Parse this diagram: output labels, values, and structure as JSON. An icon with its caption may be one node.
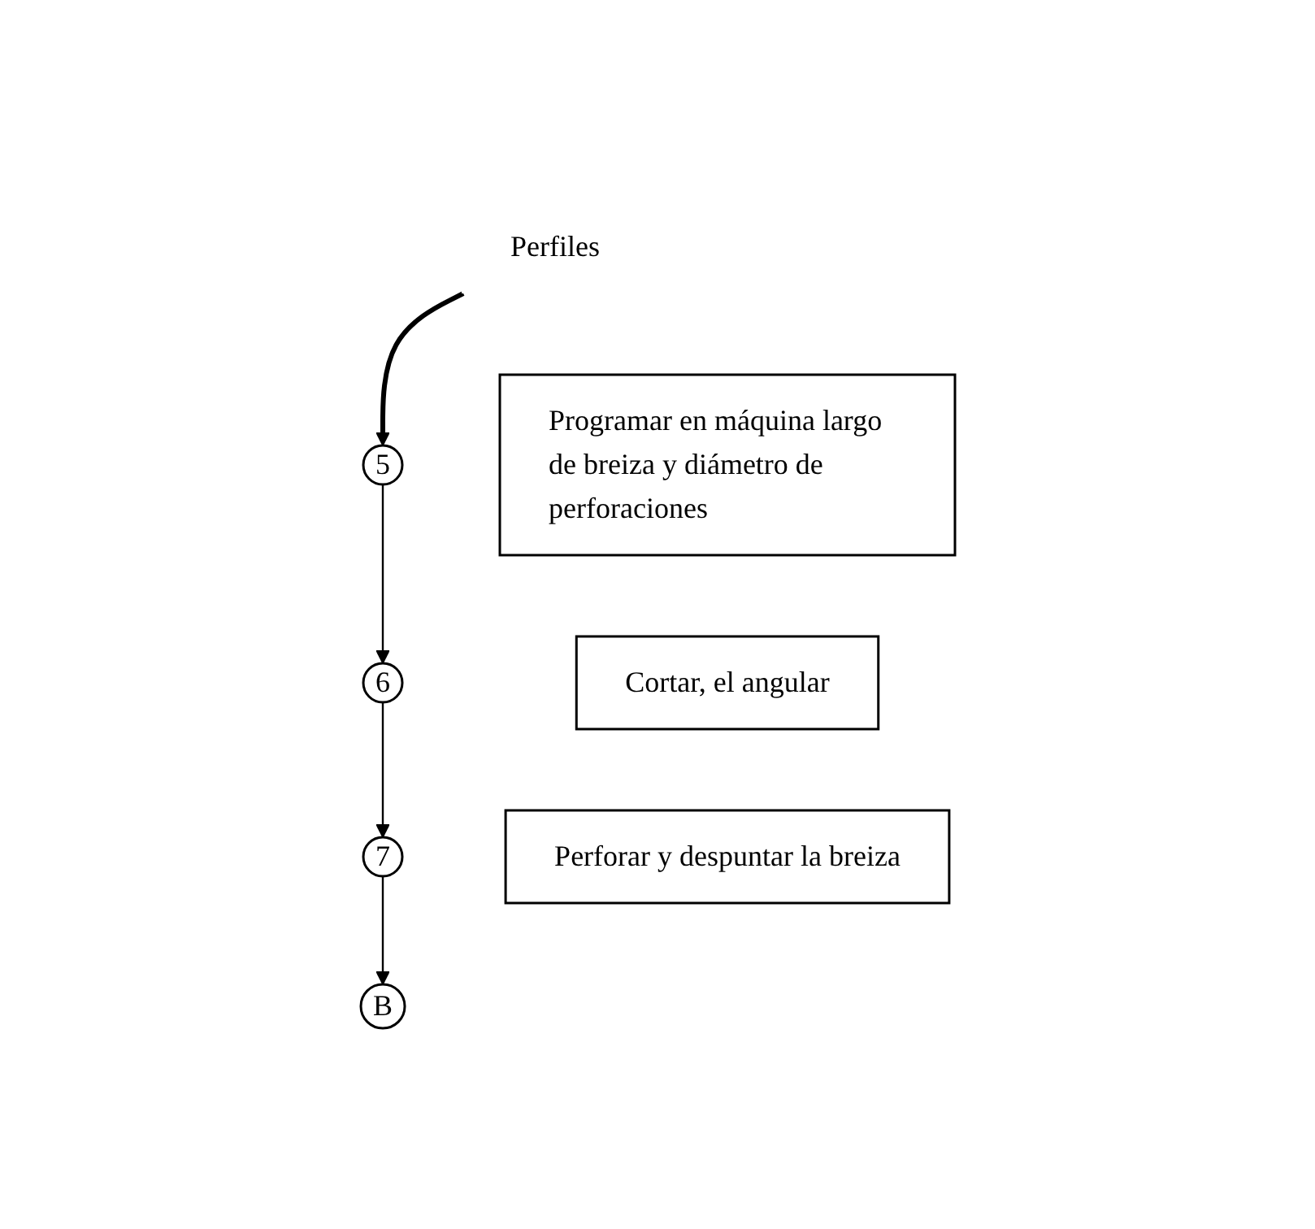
{
  "diagram": {
    "nodes": [
      {
        "text": [
          "Perfiles"
        ]
      },
      {
        "text": [
          "5"
        ]
      },
      {
        "text": [
          "Programar en máquina largo de breiza y diámetro de perforaciones"
        ]
      },
      {
        "text": [
          "6"
        ]
      },
      {
        "text": [
          "Cortar, el angular"
        ]
      },
      {
        "text": [
          "7"
        ]
      },
      {
        "text": [
          "Perforar y despuntar la breiza"
        ]
      },
      {
        "text": [
          "B"
        ]
      }
    ],
    "edges": [
      {
        "from": 0,
        "to": 1,
        "arrow": "to",
        "style": "thick"
      },
      {
        "from": 1,
        "to": 3,
        "arrow": "to"
      },
      {
        "from": 3,
        "to": 5,
        "arrow": "to"
      },
      {
        "from": 5,
        "to": 7,
        "arrow": "to"
      }
    ]
  }
}
